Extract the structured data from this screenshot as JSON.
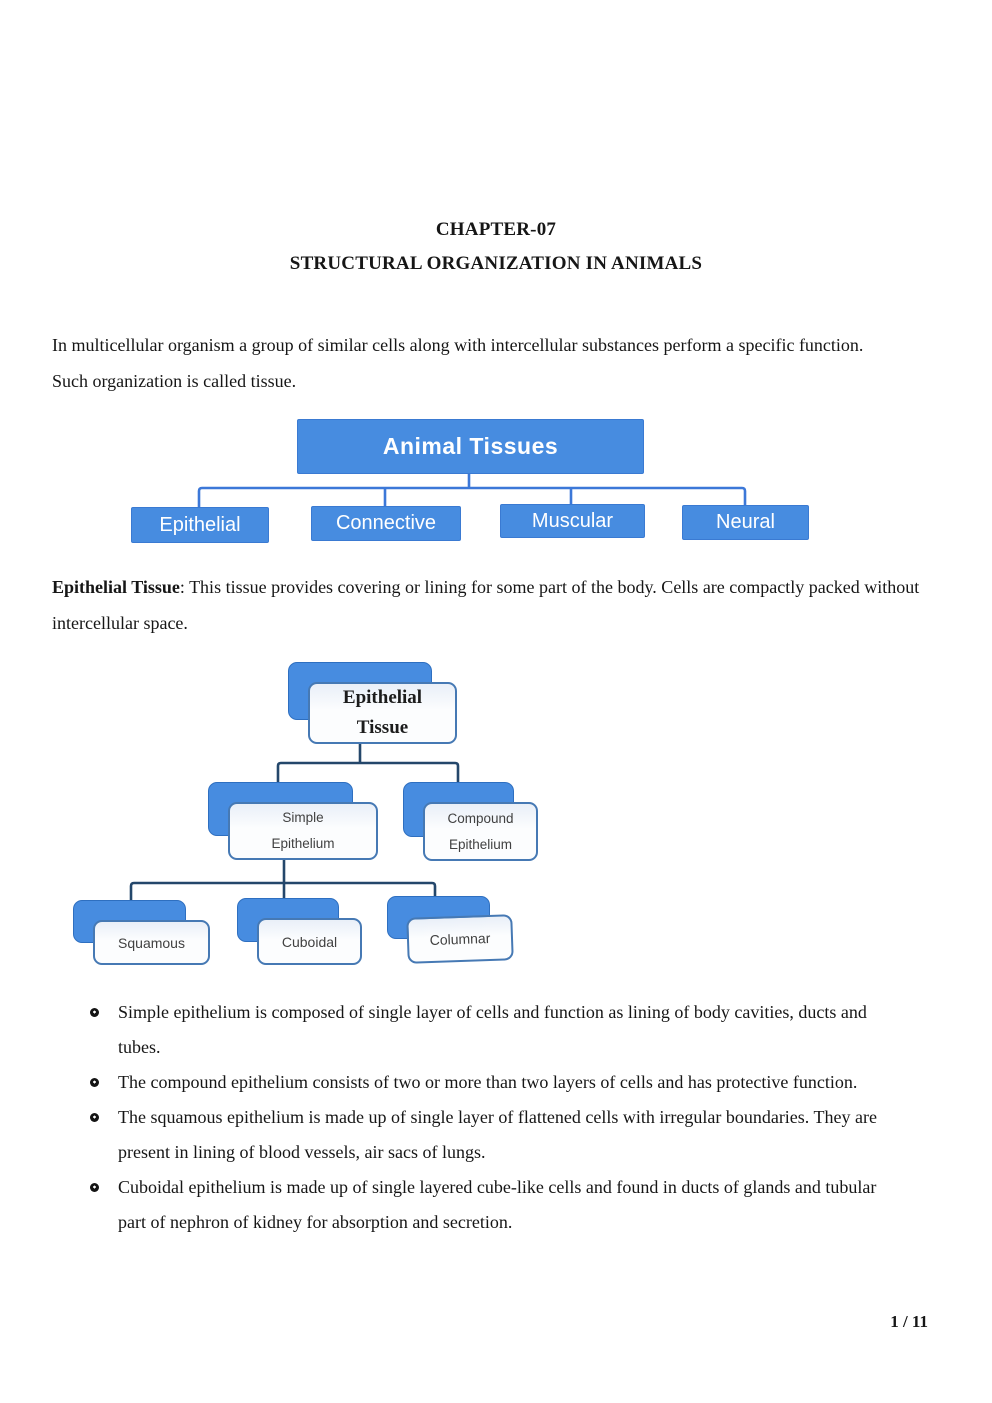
{
  "page": {
    "title_line1": "CHAPTER-07",
    "title_line2": "STRUCTURAL ORGANIZATION IN ANIMALS",
    "intro": "In multicellular organism a group of similar cells along with intercellular substances perform a specific function. Such organization is called tissue.",
    "epithelial_heading": "Epithelial Tissue",
    "epithelial_desc": ": This tissue provides covering or lining for some part of the body. Cells are compactly packed without intercellular space.",
    "page_number": "1 / 11"
  },
  "diagram_animal_tissues": {
    "root": "Animal Tissues",
    "children": [
      "Epithelial",
      "Connective",
      "Muscular",
      "Neural"
    ]
  },
  "diagram_epithelial": {
    "root_line1": "Epithelial",
    "root_line2": "Tissue",
    "level2": [
      {
        "line1": "Simple",
        "line2": "Epithelium"
      },
      {
        "line1": "Compound",
        "line2": "Epithelium"
      }
    ],
    "level3": [
      "Squamous",
      "Cuboidal",
      "Columnar"
    ]
  },
  "bullets": [
    "Simple epithelium is composed of single layer of cells and function as lining of body cavities, ducts and tubes.",
    "The compound epithelium consists of two or more than two layers of cells and has protective function.",
    "The squamous epithelium is made up of single layer of flattened cells with irregular boundaries. They are present in lining of blood vessels, air sacs of lungs.",
    "Cuboidal epithelium is made up of single layered cube-like cells and found in ducts of glands and tubular part of nephron of kidney for absorption and secretion."
  ],
  "colors": {
    "box-blue": "#478ce0",
    "box-blue-border": "#3a7ad2",
    "connector-blue": "#3c78d8",
    "connector-dark": "#24476b",
    "node-border": "#4679b4",
    "text-dark": "#161616"
  }
}
